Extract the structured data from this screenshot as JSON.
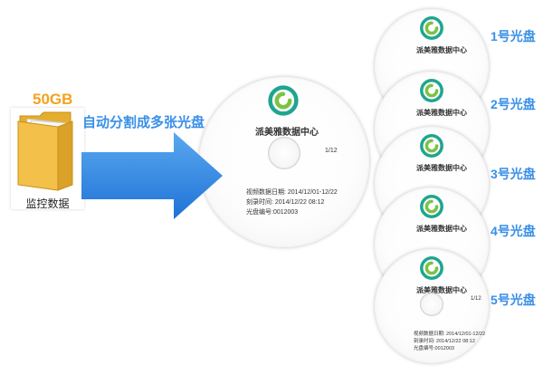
{
  "source": {
    "size_label": "50GB",
    "caption": "监控数据"
  },
  "split_label": "自动分割成多张光盘",
  "disc": {
    "title": "派美雅数据中心",
    "page": "1/12",
    "info_lines": [
      "视频数据日期: 2014/12/01-12/22",
      "刻录时间: 2014/12/22 08:12",
      "光盘编号:0012003"
    ]
  },
  "disc_labels": [
    "1号光盘",
    "2号光盘",
    "3号光盘",
    "4号光盘",
    "5号光盘"
  ],
  "colors": {
    "accent_blue": "#3a8fe8",
    "size_orange": "#f5a21c",
    "logo_teal": "#1fa58f",
    "logo_green": "#7cc242"
  }
}
